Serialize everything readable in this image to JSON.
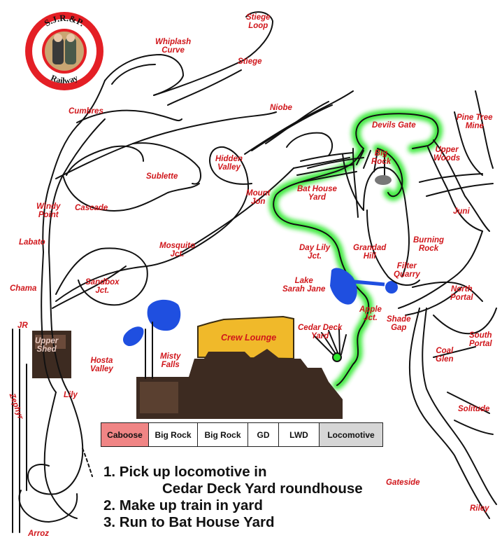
{
  "logo": {
    "top_text": "S.J.R.&P.",
    "bottom_text": "Railway",
    "ring_color": "#e41f25"
  },
  "places": {
    "stiege_loop": "Stiege\nLoop",
    "whiplash_curve": "Whiplash\nCurve",
    "stiege": "Stiege",
    "cumbres": "Cumbres",
    "niobe": "Niobe",
    "devils_gate": "Devils Gate",
    "pine_tree_mine": "Pine Tree\nMine",
    "hidden_valley": "Hidden\nValley",
    "big_rock": "Big\nRock",
    "upper_woods": "Upper\nWoods",
    "sublette": "Sublette",
    "mount_jon": "Mount\nJon",
    "bat_house_yard": "Bat House\nYard",
    "windy_point": "Windy\nPoint",
    "cascade": "Cascade",
    "juni": "Juni",
    "labato": "Labato",
    "mosquito_jct": "Mosquito\nJct.",
    "day_lily_jct": "Day Lily\nJct.",
    "grandad_hill": "Grandad\nHill",
    "burning_rock": "Burning\nRock",
    "filter_quarry": "Filter\nQuarry",
    "chama": "Chama",
    "sandbox_jct": "Sandbox\nJct.",
    "lake_sarah_jane": "Lake\nSarah Jane",
    "north_portal": "North\nPortal",
    "jr": "JR",
    "apple_jct": "Apple\nJct.",
    "shade_gap": "Shade\nGap",
    "cedar_deck_yard": "Cedar Deck\nYard",
    "upper_shed": "Upper\nShed",
    "crew_lounge": "Crew Lounge",
    "south_portal": "South\nPortal",
    "hosta_valley": "Hosta\nValley",
    "misty_falls": "Misty\nFalls",
    "coal_glen": "Coal\nGlen",
    "zephyr": "Zephyr",
    "lily": "Lily",
    "solitude": "Solitude",
    "gateside": "Gateside",
    "riley": "Riley",
    "arroz": "Arroz"
  },
  "consist": [
    {
      "label": "Caboose",
      "color": "#f08585"
    },
    {
      "label": "Big Rock",
      "color": "#ffffff"
    },
    {
      "label": "Big Rock",
      "color": "#ffffff"
    },
    {
      "label": "GD",
      "color": "#ffffff"
    },
    {
      "label": "LWD",
      "color": "#ffffff"
    },
    {
      "label": "Locomotive",
      "color": "#d6d6d6"
    }
  ],
  "steps": [
    "1. Pick up locomotive in",
    "Cedar Deck Yard roundhouse",
    "2. Make up train in yard",
    "3. Run to Bat House Yard"
  ],
  "colors": {
    "label_red": "#d0161b",
    "route_glow": "#2ee82e",
    "water": "#1f4fe0",
    "crew_lounge": "#f0b92a",
    "building_brown": "#3d2b21",
    "track": "#111111"
  }
}
